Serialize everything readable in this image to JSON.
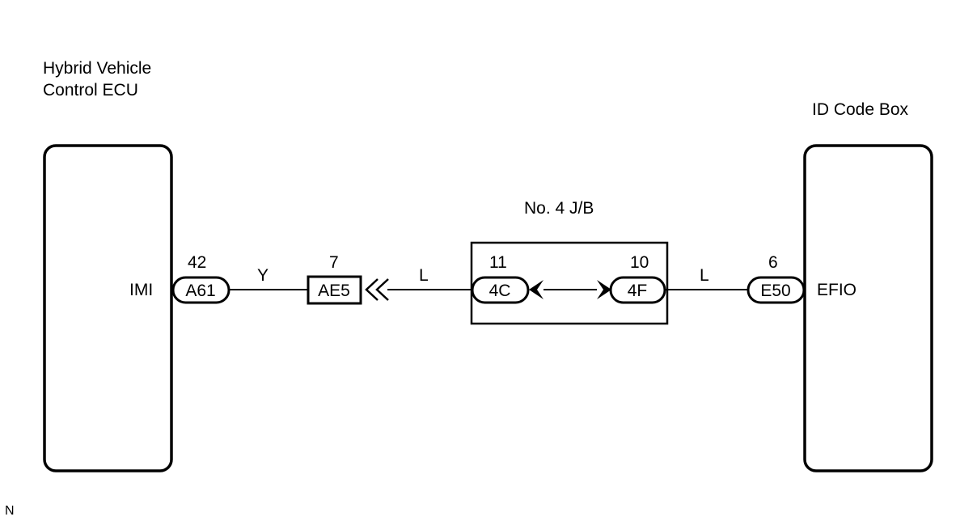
{
  "components": {
    "ecu": {
      "title_line1": "Hybrid Vehicle",
      "title_line2": "Control ECU",
      "terminal": "IMI"
    },
    "id_box": {
      "title": "ID Code Box",
      "terminal": "EFIO"
    },
    "junction_block": {
      "title": "No. 4 J/B"
    }
  },
  "connectors": {
    "a61": {
      "name": "A61",
      "pin": "42"
    },
    "ae5": {
      "name": "AE5",
      "pin": "7"
    },
    "c4": {
      "name": "4C",
      "pin": "11"
    },
    "f4": {
      "name": "4F",
      "pin": "10"
    },
    "e50": {
      "name": "E50",
      "pin": "6"
    }
  },
  "wires": {
    "y": "Y",
    "l_left": "L",
    "l_right": "L"
  },
  "footer": {
    "code": "N"
  }
}
